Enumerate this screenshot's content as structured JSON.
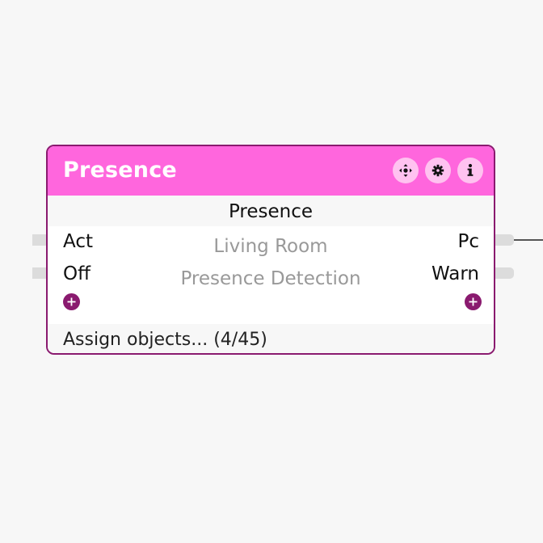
{
  "block": {
    "title": "Presence",
    "subtitle": "Presence",
    "room": "Living Room",
    "function": "Presence Detection",
    "inputs": [
      "Act",
      "Off"
    ],
    "outputs": [
      "Pc",
      "Warn"
    ],
    "footer": "Assign objects... (4/45)"
  },
  "header_buttons": [
    "move-icon",
    "gear-icon",
    "info-icon"
  ],
  "colors": {
    "header": "#ff66dd",
    "border": "#8a1a6f",
    "button_bg": "#ffc2f0",
    "muted_text": "#999999",
    "background": "#f7f7f7"
  }
}
